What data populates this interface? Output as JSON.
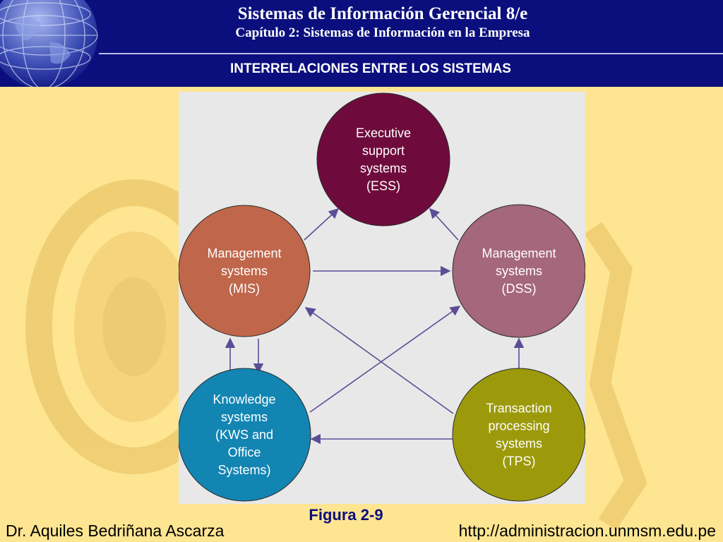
{
  "header": {
    "title": "Sistemas de Información Gerencial 8/e",
    "subtitle": "Capítulo 2: Sistemas de Información en la Empresa",
    "section_title": "INTERRELACIONES ENTRE LOS SISTEMAS"
  },
  "diagram": {
    "nodes": {
      "ess": {
        "lines": [
          "Executive",
          "support",
          "systems",
          "(ESS)"
        ],
        "color": "#6e0b3c"
      },
      "mis": {
        "lines": [
          "Management",
          "systems",
          "(MIS)"
        ],
        "color": "#c0664a"
      },
      "dss": {
        "lines": [
          "Management",
          "systems",
          "(DSS)"
        ],
        "color": "#a5677c"
      },
      "kws": {
        "lines": [
          "Knowledge",
          "systems",
          "(KWS and",
          "Office",
          "Systems)"
        ],
        "color": "#1285b2"
      },
      "tps": {
        "lines": [
          "Transaction",
          "processing",
          "systems",
          "(TPS)"
        ],
        "color": "#9c9a0b"
      }
    },
    "arrow_color": "#5c4d96"
  },
  "footer": {
    "figure_caption": "Figura 2-9",
    "author": "Dr. Aquiles Bedriñana Ascarza",
    "website": "http://administracion.unmsm.edu.pe"
  },
  "colors": {
    "header_bg": "#0b0f7d",
    "slide_bg": "#fde592",
    "panel_bg": "#e8e8e8"
  }
}
